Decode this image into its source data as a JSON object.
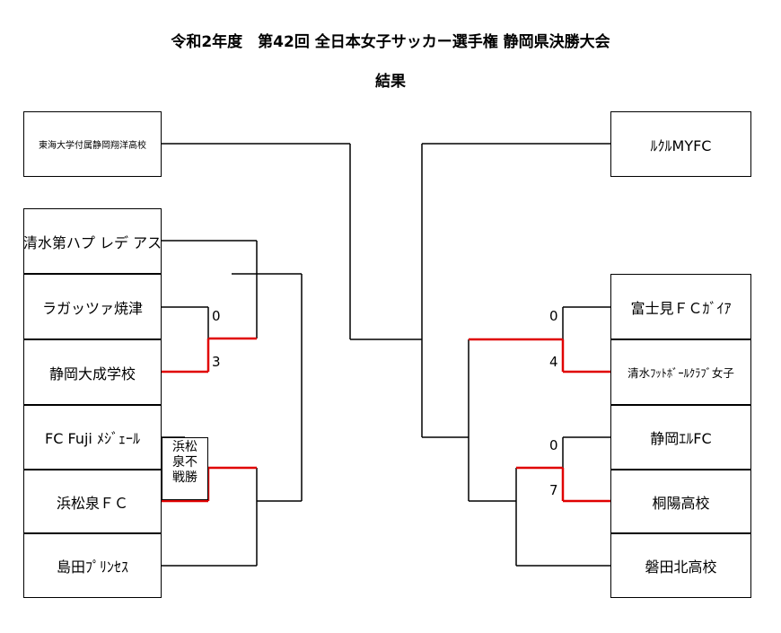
{
  "header": {
    "title": "令和2年度　第42回 全日本女子サッカー選手権 静岡県決勝大会",
    "subtitle": "結果"
  },
  "left": {
    "teams": [
      "東海大学付属静岡翔洋高校",
      "清水第ハプ レデ アス",
      "ラガッツァ焼津",
      "静岡大成学校",
      "FC Fuji ﾒｼﾞｪｰﾙ",
      "浜松泉ＦＣ",
      "島田ﾌﾟﾘﾝｾｽ"
    ],
    "scores": {
      "match1_top": "0",
      "match1_bottom": "3"
    },
    "note": [
      "浜松",
      "泉不",
      "戦勝"
    ]
  },
  "right": {
    "teams": [
      "ﾙｸﾙMYFC",
      "富士見ＦＣｶﾞｲｱ",
      "清水ﾌｯﾄﾎﾞｰﾙｸﾗﾌﾞ女子",
      "静岡ｴﾙFC",
      "桐陽高校",
      "磐田北高校"
    ],
    "scores": {
      "match1_top": "0",
      "match1_bottom": "4",
      "match2_top": "0",
      "match2_bottom": "7"
    }
  },
  "colors": {
    "line": "#000000",
    "winner": "#e00000"
  }
}
